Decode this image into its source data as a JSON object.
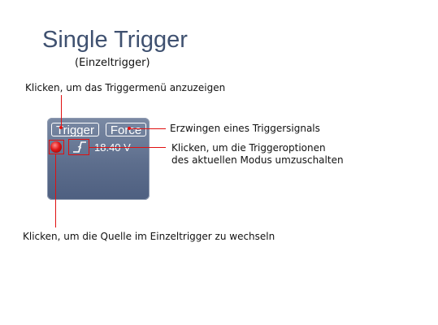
{
  "title": "Single Trigger",
  "subtitle": "(Einzeltrigger)",
  "panel": {
    "trigger_label": "Trigger",
    "force_label": "Force",
    "voltage": "18.40 V",
    "source_icon": "red-circle-icon",
    "mode_icon": "rising-edge-icon"
  },
  "annotations": {
    "menu": "Klicken, um das Triggermenü anzuzeigen",
    "force": "Erzwingen eines Triggersignals",
    "mode_line1": "Klicken, um die Triggeroptionen",
    "mode_line2": "des aktuellen Modus umzuschalten",
    "source": "Klicken, um die Quelle im Einzeltrigger zu wechseln"
  },
  "colors": {
    "title": "#3f5170",
    "panel": "#5d6e8d",
    "highlight": "#e01010",
    "source_dot": "#e01818"
  }
}
